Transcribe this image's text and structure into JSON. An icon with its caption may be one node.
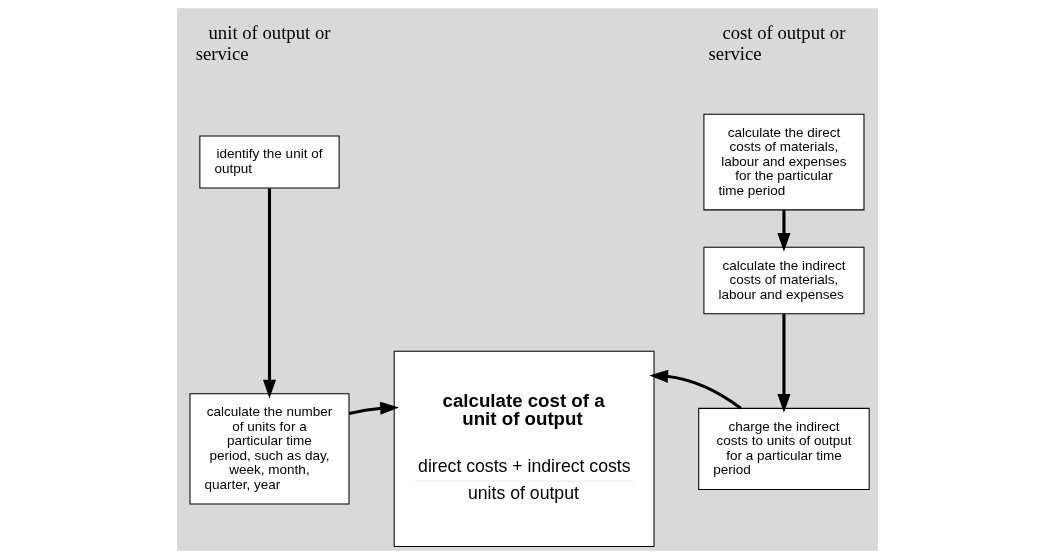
{
  "diagram": {
    "nodes": [
      {
        "text": [
          "identify the unit of output"
        ]
      },
      {
        "text": [
          "calculate the number of units for a particular time period, such as day, week, month, quarter, year"
        ]
      },
      {
        "text": [
          "calculate cost of a unit of output",
          "direct costs + indirect costs",
          "units of output"
        ]
      },
      {
        "text": [
          "calculate the direct costs of materials, labour and expenses for the particular time period"
        ]
      },
      {
        "text": [
          "calculate the indirect costs of materials, labour and expenses"
        ]
      },
      {
        "text": [
          "charge the indirect costs to units of output for a particular time period"
        ]
      }
    ],
    "edges": [
      {
        "from": 0,
        "to": 1,
        "arrow": "to"
      },
      {
        "from": 1,
        "to": 2,
        "arrow": "to"
      },
      {
        "from": 3,
        "to": 4,
        "arrow": "to"
      },
      {
        "from": 4,
        "to": 5,
        "arrow": "to"
      },
      {
        "from": 5,
        "to": 2,
        "arrow": "to"
      }
    ],
    "labels": [
      "unit of output or service",
      "cost of output or service"
    ]
  }
}
